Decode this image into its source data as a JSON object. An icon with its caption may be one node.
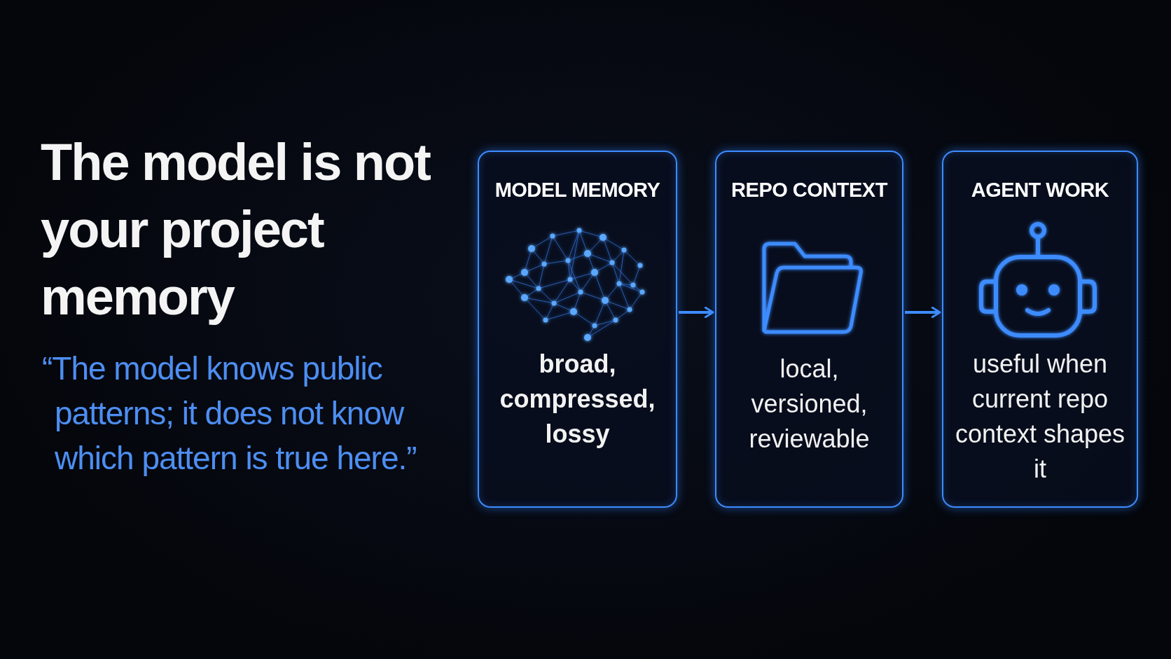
{
  "diagram": {
    "title": "The model is not your project memory",
    "nodes": [
      {
        "text": [
          "MODEL MEMORY",
          "broad, compressed, lossy"
        ]
      },
      {
        "text": [
          "REPO CONTEXT",
          "local, versioned, reviewable"
        ]
      },
      {
        "text": [
          "AGENT WORK",
          "useful when current repo context shapes it"
        ]
      }
    ],
    "edges": [
      {
        "from": 0,
        "to": 1,
        "arrow": "to"
      },
      {
        "from": 1,
        "to": 2,
        "arrow": "to"
      }
    ],
    "labels": [
      "“The model knows public patterns; it does not know which pattern is true here.”"
    ]
  }
}
